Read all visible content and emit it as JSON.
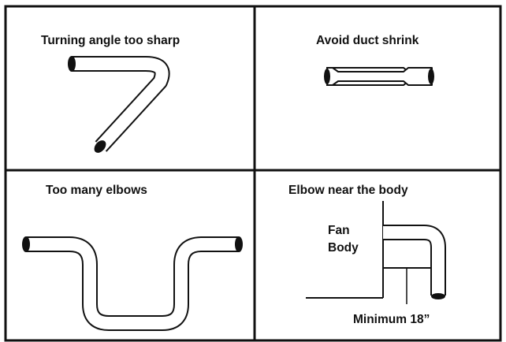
{
  "panels": {
    "top_left": {
      "title": "Turning angle too sharp"
    },
    "top_right": {
      "title": "Avoid duct shrink"
    },
    "bottom_left": {
      "title": "Too many elbows"
    },
    "bottom_right": {
      "title": "Elbow near the body",
      "fan_label_line1": "Fan",
      "fan_label_line2": "Body",
      "minimum_label": "Minimum 18”"
    }
  },
  "colors": {
    "line": "#111111",
    "background": "#ffffff"
  }
}
